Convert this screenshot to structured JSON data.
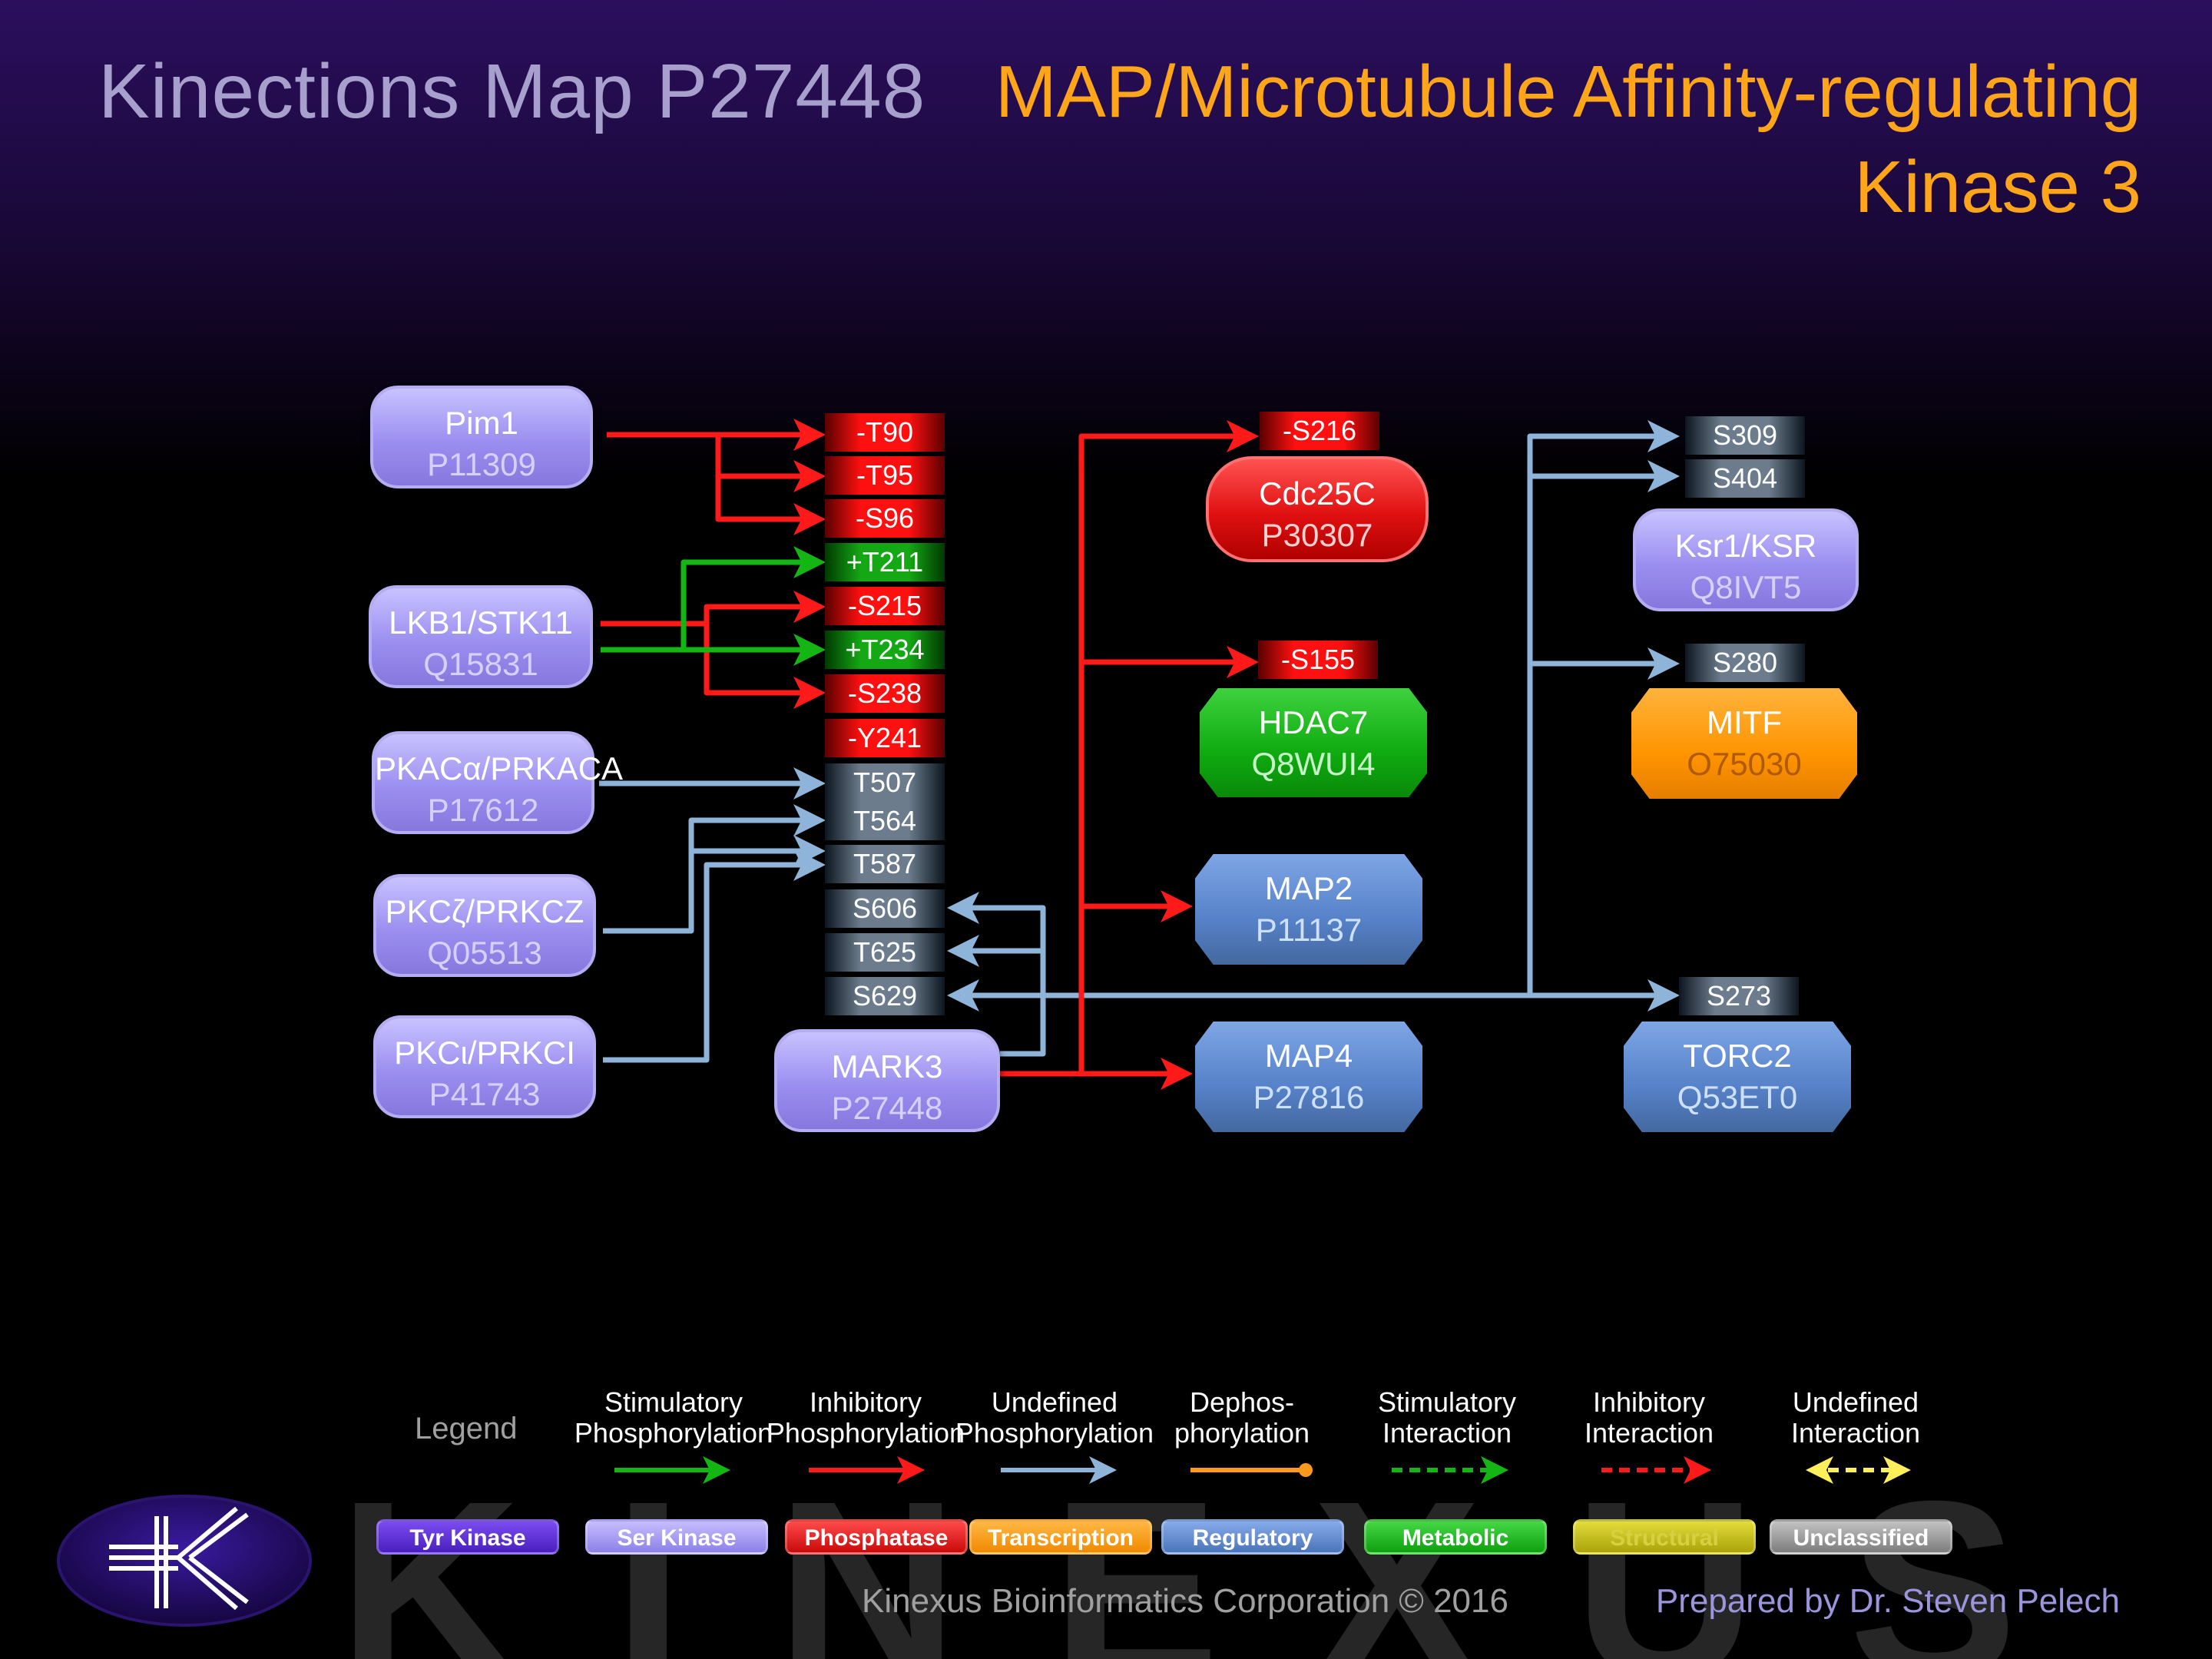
{
  "header": {
    "map_title": "Kinections Map P27448",
    "protein_name_line1": "MAP/Microtubule Affinity-regulating",
    "protein_name_line2": "Kinase 3"
  },
  "upstream_kinases": [
    {
      "name": "Pim1",
      "accession": "P11309"
    },
    {
      "name": "LKB1/STK11",
      "accession": "Q15831"
    },
    {
      "name": "PKACα/PRKACA",
      "accession": "P17612"
    },
    {
      "name": "PKCζ/PRKCZ",
      "accession": "Q05513"
    },
    {
      "name": "PKCι/PRKCI",
      "accession": "P41743"
    }
  ],
  "central_protein": {
    "name": "MARK3",
    "accession": "P27448"
  },
  "central_sites": [
    "-T90",
    "-T95",
    "-S96",
    "+T211",
    "-S215",
    "+T234",
    "-S238",
    "-Y241",
    "T507",
    "T564",
    "T587",
    "S606",
    "T625",
    "S629"
  ],
  "downstream_substrates": [
    {
      "name": "Cdc25C",
      "accession": "P30307",
      "site": "-S216"
    },
    {
      "name": "HDAC7",
      "accession": "Q8WUI4",
      "site": "-S155"
    },
    {
      "name": "MAP2",
      "accession": "P11137"
    },
    {
      "name": "MAP4",
      "accession": "P27816"
    },
    {
      "name": "Ksr1/KSR",
      "accession": "Q8IVT5",
      "sites": [
        "S309",
        "S404"
      ]
    },
    {
      "name": "MITF",
      "accession": "O75030",
      "site": "S280"
    },
    {
      "name": "TORC2",
      "accession": "Q53ET0",
      "site": "S273"
    }
  ],
  "legend": {
    "title": "Legend",
    "arrow_types": [
      {
        "line1": "Stimulatory",
        "line2": "Phosphorylation",
        "color": "#13b613"
      },
      {
        "line1": "Inhibitory",
        "line2": "Phosphorylation",
        "color": "#ff1a1a"
      },
      {
        "line1": "Undefined",
        "line2": "Phosphorylation",
        "color": "#8fb4d9"
      },
      {
        "line1": "Dephos-",
        "line2": "phorylation",
        "color": "#ff9a1a"
      },
      {
        "line1": "Stimulatory",
        "line2": "Interaction",
        "color": "#13b613"
      },
      {
        "line1": "Inhibitory",
        "line2": "Interaction",
        "color": "#ff1a1a"
      },
      {
        "line1": "Undefined",
        "line2": "Interaction",
        "color": "#ffef5a"
      }
    ],
    "categories": [
      {
        "label": "Tyr Kinase",
        "color": "#5a2fd0"
      },
      {
        "label": "Ser Kinase",
        "color": "#9a8ef0"
      },
      {
        "label": "Phosphatase",
        "color": "#e51515"
      },
      {
        "label": "Transcription",
        "color": "#ff9a10"
      },
      {
        "label": "Regulatory",
        "color": "#5a86cc"
      },
      {
        "label": "Metabolic",
        "color": "#15b515"
      },
      {
        "label": "Structural",
        "color": "#c8c010"
      },
      {
        "label": "Unclassified",
        "color": "#9a9a9a"
      }
    ]
  },
  "footer": {
    "company": "Kinexus Bioinformatics Corporation © 2016",
    "credit": "Prepared by Dr. Steven Pelech",
    "watermark": "KINEXUS"
  }
}
